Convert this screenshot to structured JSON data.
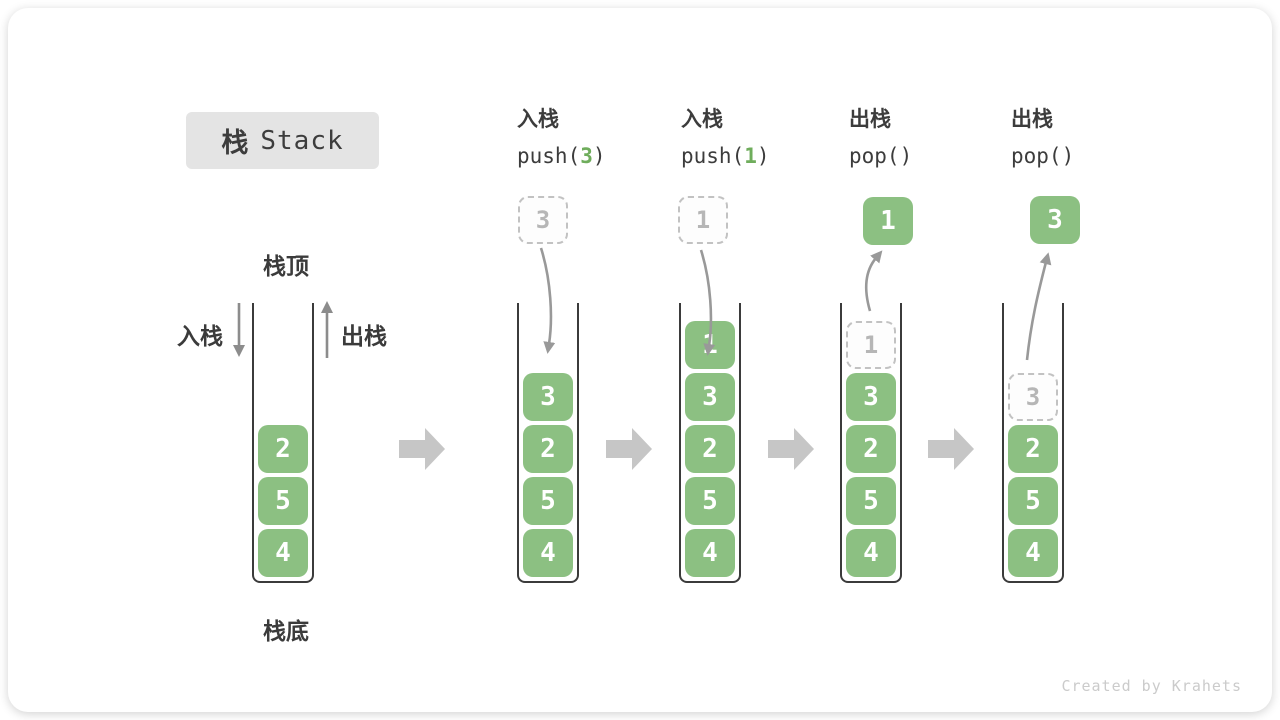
{
  "title": {
    "zh": "栈",
    "en": "Stack"
  },
  "labels": {
    "stack_top": "栈顶",
    "stack_bottom": "栈底",
    "push_side": "入栈",
    "pop_side": "出栈"
  },
  "operations": [
    {
      "label": "入栈",
      "code_pre": "push(",
      "arg": "3",
      "code_post": ")"
    },
    {
      "label": "入栈",
      "code_pre": "push(",
      "arg": "1",
      "code_post": ")"
    },
    {
      "label": "出栈",
      "code_pre": "pop(",
      "arg": "",
      "code_post": ")"
    },
    {
      "label": "出栈",
      "code_pre": "pop(",
      "arg": "",
      "code_post": ")"
    }
  ],
  "stacks": [
    {
      "cells": [
        "2",
        "5",
        "4"
      ]
    },
    {
      "incoming": "3",
      "cells": [
        "3",
        "2",
        "5",
        "4"
      ]
    },
    {
      "incoming": "1",
      "cells": [
        "1",
        "3",
        "2",
        "5",
        "4"
      ]
    },
    {
      "outgoing": "1",
      "ghost": "1",
      "cells": [
        "3",
        "2",
        "5",
        "4"
      ]
    },
    {
      "outgoing": "3",
      "ghost": "3",
      "cells": [
        "2",
        "5",
        "4"
      ]
    }
  ],
  "watermark": "Created by Krahets",
  "colors": {
    "cell_green": "#8cc082",
    "arg_green": "#6fad5c",
    "text_dark": "#3c3c3c",
    "container_border": "#3b3b3b",
    "curved_arrow": "#999999",
    "block_arrow": "#c6c6c6",
    "ghost_gray": "#b6b6b6",
    "title_bg": "#e4e4e4",
    "watermark_gray": "#cbcbcb"
  }
}
